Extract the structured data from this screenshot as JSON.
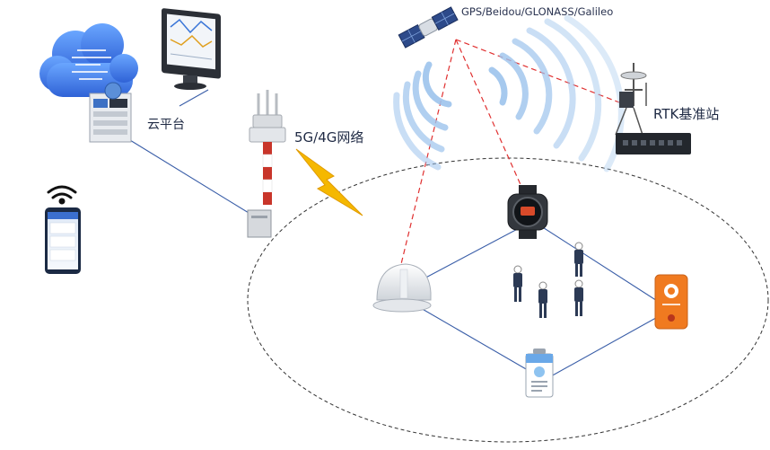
{
  "labels": {
    "gnss": "GPS/Beidou/GLONASS/Galileo",
    "network": "5G/4G网络",
    "cloud": "云平台",
    "rtk": "RTK基准站"
  },
  "colors": {
    "link_line": "#3a5ea8",
    "signal_dash": "#e03030",
    "area_dash": "#333333",
    "wave": "#9cc3ec",
    "lightning": "#f5b800",
    "tower_red": "#c8352a",
    "cloud_blue": "#3f7fe6",
    "badge_orange": "#f07a20"
  },
  "devices": [
    {
      "name": "smart-helmet",
      "icon": "helmet-icon"
    },
    {
      "name": "smart-watch",
      "icon": "watch-icon"
    },
    {
      "name": "positioning-badge",
      "icon": "badge-icon"
    },
    {
      "name": "id-card",
      "icon": "id-card-icon"
    }
  ]
}
